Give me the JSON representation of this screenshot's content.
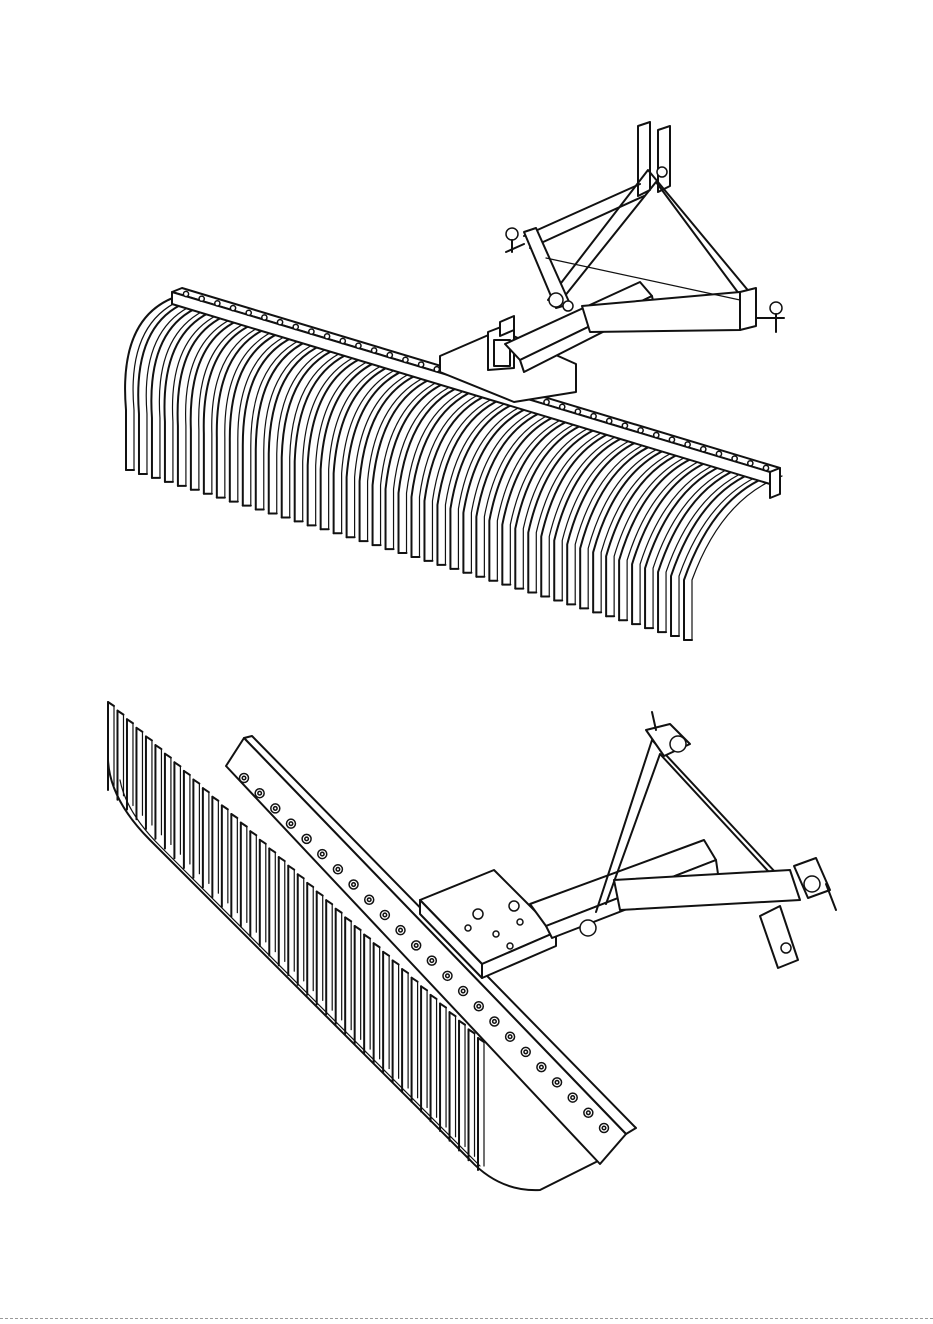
{
  "figures": [
    {
      "name": "landscape-rake-rear-view",
      "tine_count": 44,
      "hole_count": 38
    },
    {
      "name": "landscape-rake-front-view",
      "tine_count": 40,
      "hole_count": 24
    }
  ],
  "colors": {
    "line": "#111111",
    "background": "#ffffff"
  }
}
